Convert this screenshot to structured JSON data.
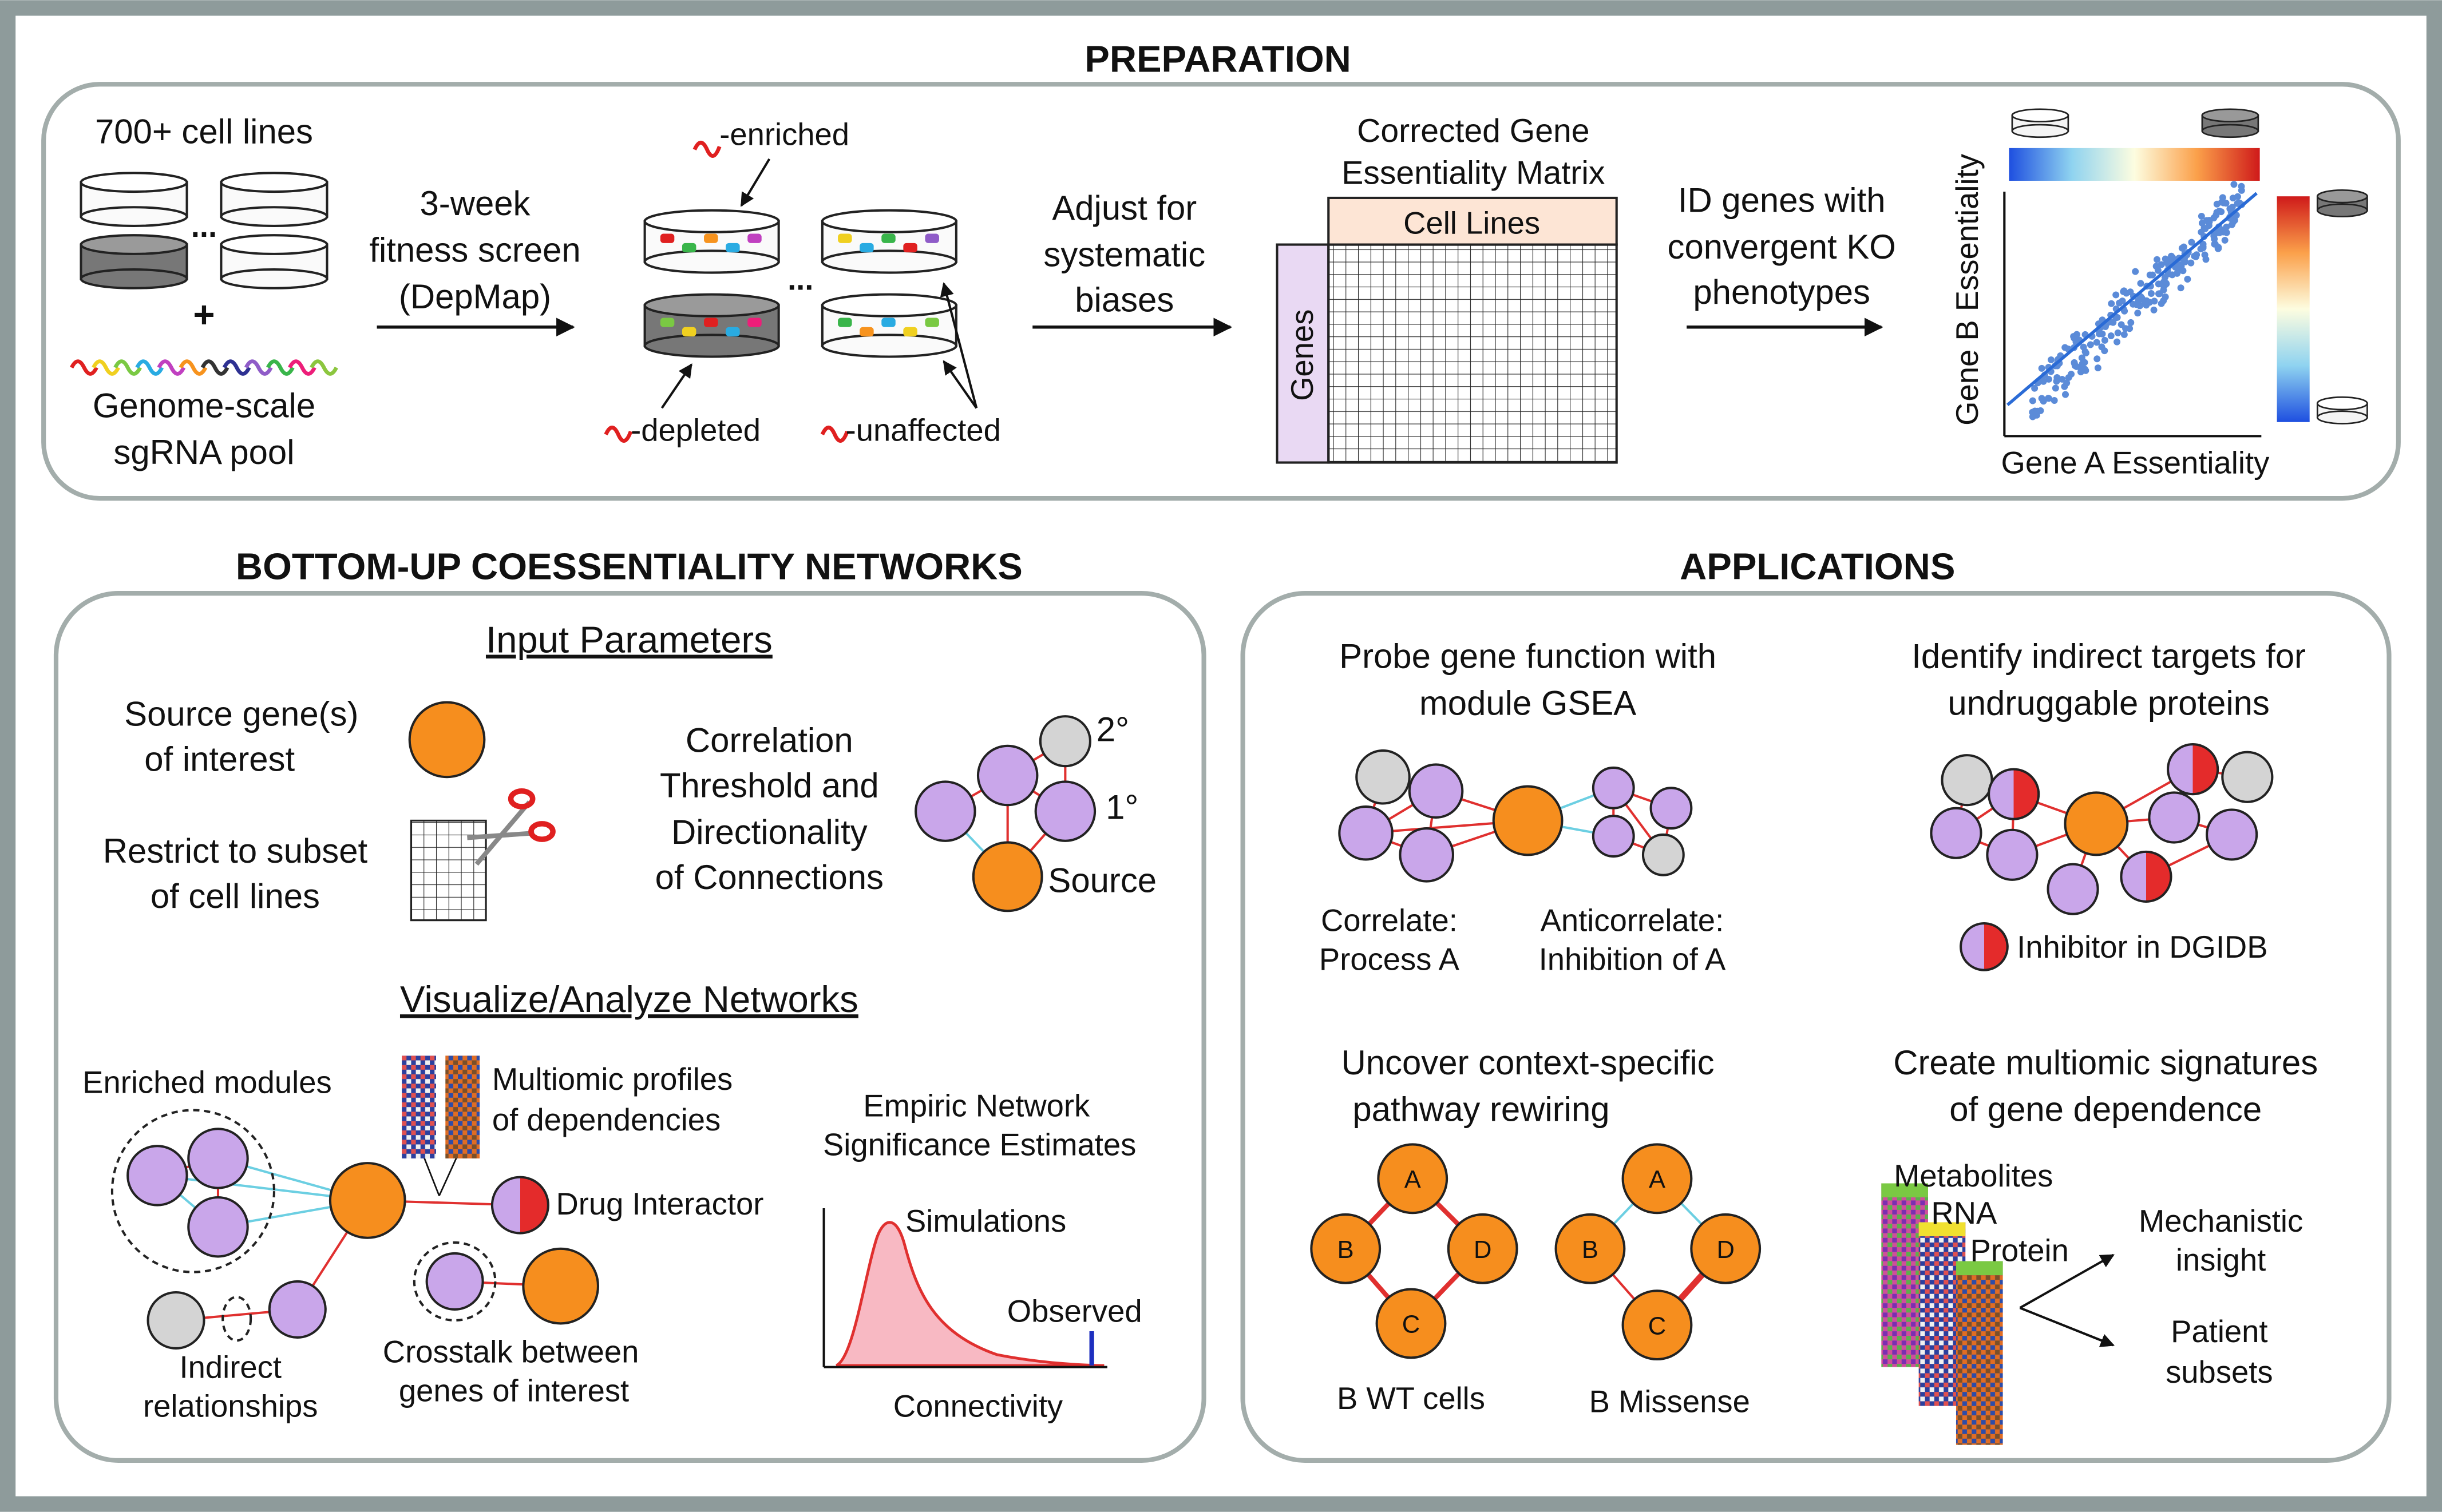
{
  "colors": {
    "frame": "#8e9b9b",
    "panel_border": "#a3adab",
    "orange": "#f68e1e",
    "purple": "#c9a6ea",
    "gray": "#d4d4d4",
    "red_edge": "#e0302f",
    "cyan_edge": "#6ccfe2",
    "scatter_blue": "#5b8bd8",
    "dist_fill": "#f8b9c3",
    "observed": "#1d2fbf",
    "cell_lines_header": "#fde5d5",
    "genes_header": "#e9d9f3"
  },
  "preparation": {
    "title": "PREPARATION",
    "cell_lines_label": "700+ cell lines",
    "ellipsis": "...",
    "plus": "+",
    "pool_line1": "Genome-scale",
    "pool_line2": "sgRNA pool",
    "screen_line1": "3-week",
    "screen_line2": "fitness screen",
    "screen_line3": "(DepMap)",
    "enriched": "-enriched",
    "depleted": "-depleted",
    "unaffected": "-unaffected",
    "adjust_line1": "Adjust for",
    "adjust_line2": "systematic",
    "adjust_line3": "biases",
    "matrix_title1": "Corrected Gene",
    "matrix_title2": "Essentiality Matrix",
    "matrix_cols": "Cell Lines",
    "matrix_rows": "Genes",
    "id_line1": "ID genes with",
    "id_line2": "convergent KO",
    "id_line3": "phenotypes",
    "xlabel": "Gene A Essentiality",
    "ylabel": "Gene B Essentiality"
  },
  "networks": {
    "title": "BOTTOM-UP COESSENTIALITY NETWORKS",
    "input_header": "Input Parameters",
    "source_line1": "Source gene(s)",
    "source_line2": "of interest",
    "restrict_line1": "Restrict to subset",
    "restrict_line2": "of cell lines",
    "corr_line1": "Correlation",
    "corr_line2": "Threshold and",
    "corr_line3": "Directionality",
    "corr_line4": "of Connections",
    "deg2": "2°",
    "deg1": "1°",
    "source_label": "Source",
    "visualize_header": "Visualize/Analyze Networks",
    "enriched_modules": "Enriched modules",
    "multiomic_line1": "Multiomic profiles",
    "multiomic_line2": "of dependencies",
    "drug_interactor": "Drug Interactor",
    "indirect_line1": "Indirect",
    "indirect_line2": "relationships",
    "crosstalk_line1": "Crosstalk between",
    "crosstalk_line2": "genes of interest",
    "empiric_line1": "Empiric Network",
    "empiric_line2": "Significance Estimates",
    "simulations": "Simulations",
    "observed": "Observed",
    "connectivity": "Connectivity"
  },
  "applications": {
    "title": "APPLICATIONS",
    "probe_line1": "Probe gene function with",
    "probe_line2": "module GSEA",
    "correlate_line1": "Correlate:",
    "correlate_line2": "Process A",
    "anticorrelate_line1": "Anticorrelate:",
    "anticorrelate_line2": "Inhibition of A",
    "identify_line1": "Identify indirect targets for",
    "identify_line2": "undruggable proteins",
    "inhibitor": "Inhibitor in DGIDB",
    "uncover_line1": "Uncover context-specific",
    "uncover_line2": "pathway rewiring",
    "node_a": "A",
    "node_b": "B",
    "node_c": "C",
    "node_d": "D",
    "wt_cells": "B WT cells",
    "missense": "B Missense",
    "create_line1": "Create multiomic signatures",
    "create_line2": "of gene dependence",
    "metabolites": "Metabolites",
    "rna": "RNA",
    "protein": "Protein",
    "mech_line1": "Mechanistic",
    "mech_line2": "insight",
    "patient_line1": "Patient",
    "patient_line2": "subsets"
  }
}
